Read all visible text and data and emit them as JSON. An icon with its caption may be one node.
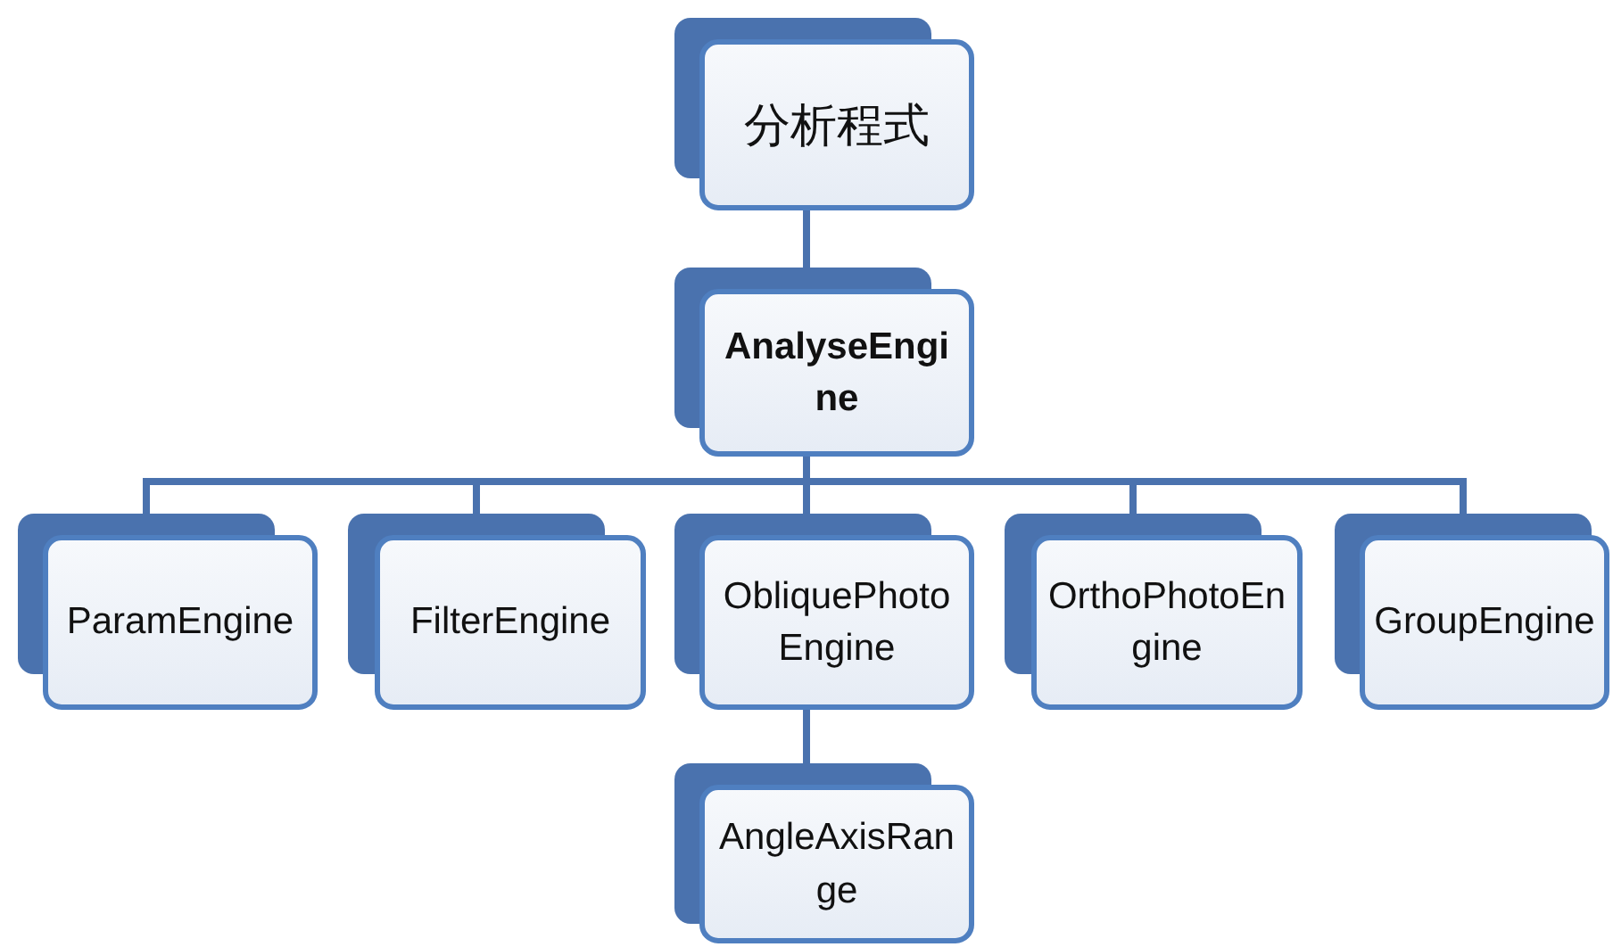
{
  "diagram": {
    "nodes": [
      {
        "text": [
          "分析程式"
        ]
      },
      {
        "text": [
          "AnalyseEngine"
        ]
      },
      {
        "text": [
          "ParamEngine"
        ]
      },
      {
        "text": [
          "FilterEngine"
        ]
      },
      {
        "text": [
          "ObliquePhotoEngine"
        ]
      },
      {
        "text": [
          "OrthoPhotoEngine"
        ]
      },
      {
        "text": [
          "GroupEngine"
        ]
      },
      {
        "text": [
          "AngleAxisRange"
        ]
      }
    ],
    "edges": [
      {
        "from": 0,
        "to": 1,
        "arrow": "none"
      },
      {
        "from": 1,
        "to": 2,
        "arrow": "none"
      },
      {
        "from": 1,
        "to": 3,
        "arrow": "none"
      },
      {
        "from": 1,
        "to": 4,
        "arrow": "none"
      },
      {
        "from": 1,
        "to": 5,
        "arrow": "none"
      },
      {
        "from": 1,
        "to": 6,
        "arrow": "none"
      },
      {
        "from": 4,
        "to": 7,
        "arrow": "none"
      }
    ]
  }
}
